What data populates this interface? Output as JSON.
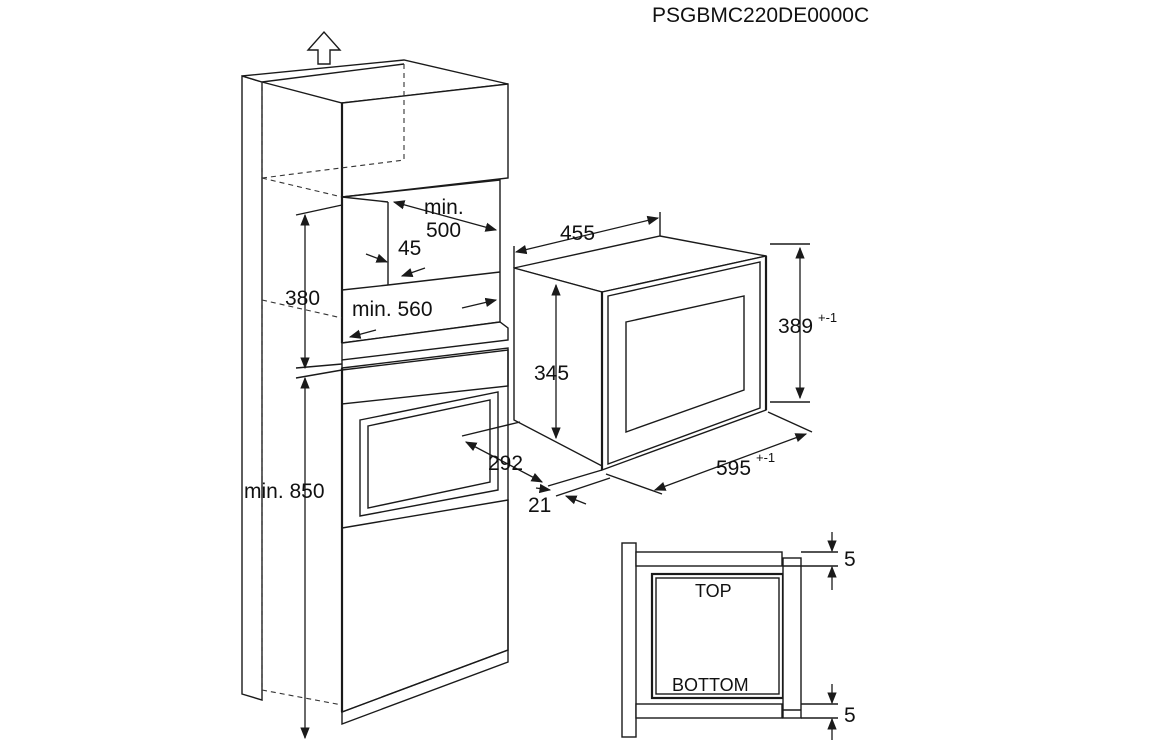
{
  "header": {
    "model_code": "PSGBMC220DE0000C"
  },
  "niche": {
    "height": "380",
    "depth_min_label": "min.",
    "depth_min_value": "500",
    "gap": "45",
    "width_min": "min. 560",
    "floor_height": "min. 850"
  },
  "appliance": {
    "depth": "455",
    "body_height": "345",
    "front_height": "389",
    "front_height_tolerance": "+-1",
    "front_width": "595",
    "front_width_tolerance": "+-1",
    "front_offset": "292",
    "front_thickness": "21"
  },
  "side_view": {
    "top_label": "TOP",
    "bottom_label": "BOTTOM",
    "top_gap": "5",
    "bottom_gap": "5"
  }
}
